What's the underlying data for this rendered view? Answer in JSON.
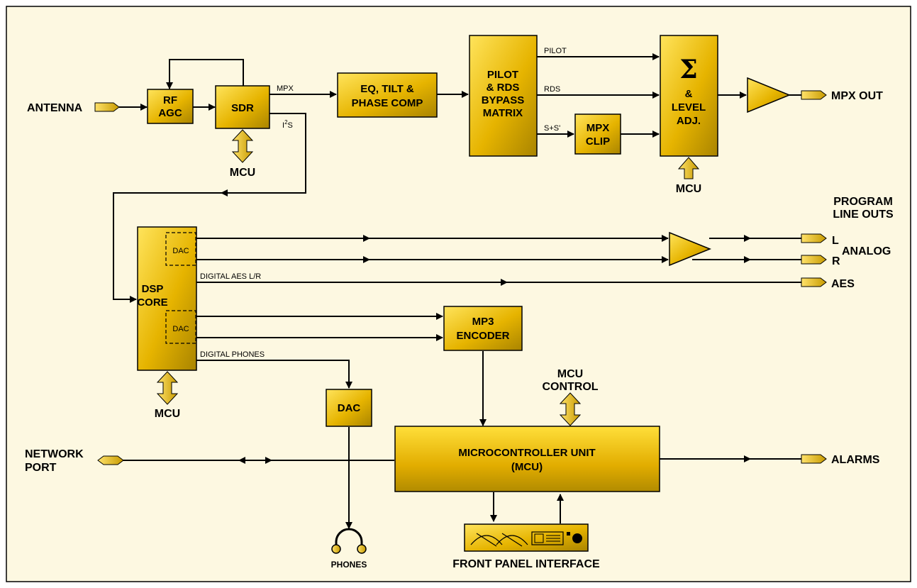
{
  "colors": {
    "background": "#fdf8e1",
    "block": "#e6b800",
    "block_light": "#ffd400",
    "block_dark": "#a88200",
    "line": "#000000"
  },
  "blocks": {
    "rf_agc": [
      "RF",
      "AGC"
    ],
    "sdr": "SDR",
    "eq": [
      "EQ, TILT &",
      "PHASE COMP"
    ],
    "pilot_matrix": [
      "PILOT",
      "& RDS",
      "BYPASS",
      "MATRIX"
    ],
    "mpx_clip": [
      "MPX",
      "CLIP"
    ],
    "sum_level": {
      "symbol": "Σ",
      "lines": [
        "&",
        "LEVEL",
        "ADJ."
      ]
    },
    "dsp_core": [
      "DSP",
      "CORE"
    ],
    "dac_inner_top": "DAC",
    "dac_inner_bottom": "DAC",
    "mp3_encoder": [
      "MP3",
      "ENCODER"
    ],
    "dac": "DAC",
    "mcu_main": [
      "MICROCONTROLLER UNIT",
      "(MCU)"
    ]
  },
  "labels": {
    "antenna": "ANTENNA",
    "mpx_out": "MPX OUT",
    "mcu_sdr": "MCU",
    "mcu_sum": "MCU",
    "mcu_dsp": "MCU",
    "mcu_control": [
      "MCU",
      "CONTROL"
    ],
    "program_line_outs": [
      "PROGRAM",
      "LINE OUTS"
    ],
    "out_l": "L",
    "out_r": "R",
    "analog": "ANALOG",
    "aes": "AES",
    "network_port": [
      "NETWORK",
      "PORT"
    ],
    "alarms": "ALARMS",
    "phones": "PHONES",
    "front_panel": "FRONT PANEL INTERFACE"
  },
  "signals": {
    "mpx": "MPX",
    "i2s_main": "I",
    "i2s_sup": "2",
    "i2s_tail": "S",
    "pilot": "PILOT",
    "rds": "RDS",
    "s_plus_s": "S+S'",
    "digital_aes": "DIGITAL AES L/R",
    "digital_phones": "DIGITAL PHONES"
  }
}
